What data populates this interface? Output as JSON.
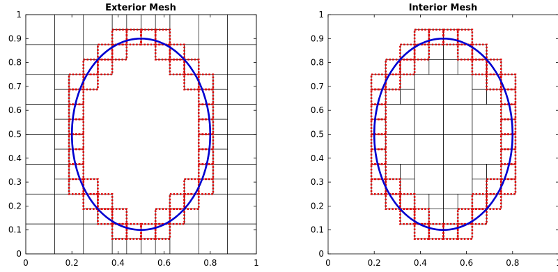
{
  "chart_data": [
    {
      "type": "mesh-plot",
      "title": "Exterior Mesh",
      "xlim": [
        0,
        1
      ],
      "ylim": [
        0,
        1
      ],
      "x_ticks": [
        "0",
        "0.2",
        "0.4",
        "0.6",
        "0.8",
        "1"
      ],
      "y_ticks": [
        "0",
        "0.1",
        "0.2",
        "0.3",
        "0.4",
        "0.5",
        "0.6",
        "0.7",
        "0.8",
        "0.9",
        "1"
      ],
      "ellipse": {
        "cx": 0.5,
        "cy": 0.5,
        "rx": 0.3,
        "ry": 0.4,
        "color": "#0000d0"
      },
      "grid": {
        "coarse": 0.125,
        "fine": 0.0625,
        "color": "#000000"
      },
      "marker_color": "#e00000",
      "mesh_type": "exterior"
    },
    {
      "type": "mesh-plot",
      "title": "Interior Mesh",
      "xlim": [
        0,
        1
      ],
      "ylim": [
        0,
        1
      ],
      "x_ticks": [
        "0",
        "0.2",
        "0.4",
        "0.6",
        "0.8",
        "1"
      ],
      "y_ticks": [
        "0",
        "0.1",
        "0.2",
        "0.3",
        "0.4",
        "0.5",
        "0.6",
        "0.7",
        "0.8",
        "0.9",
        "1"
      ],
      "ellipse": {
        "cx": 0.5,
        "cy": 0.5,
        "rx": 0.3,
        "ry": 0.4,
        "color": "#0000d0"
      },
      "grid": {
        "coarse": 0.125,
        "fine": 0.0625,
        "color": "#000000"
      },
      "marker_color": "#e00000",
      "mesh_type": "interior"
    }
  ]
}
